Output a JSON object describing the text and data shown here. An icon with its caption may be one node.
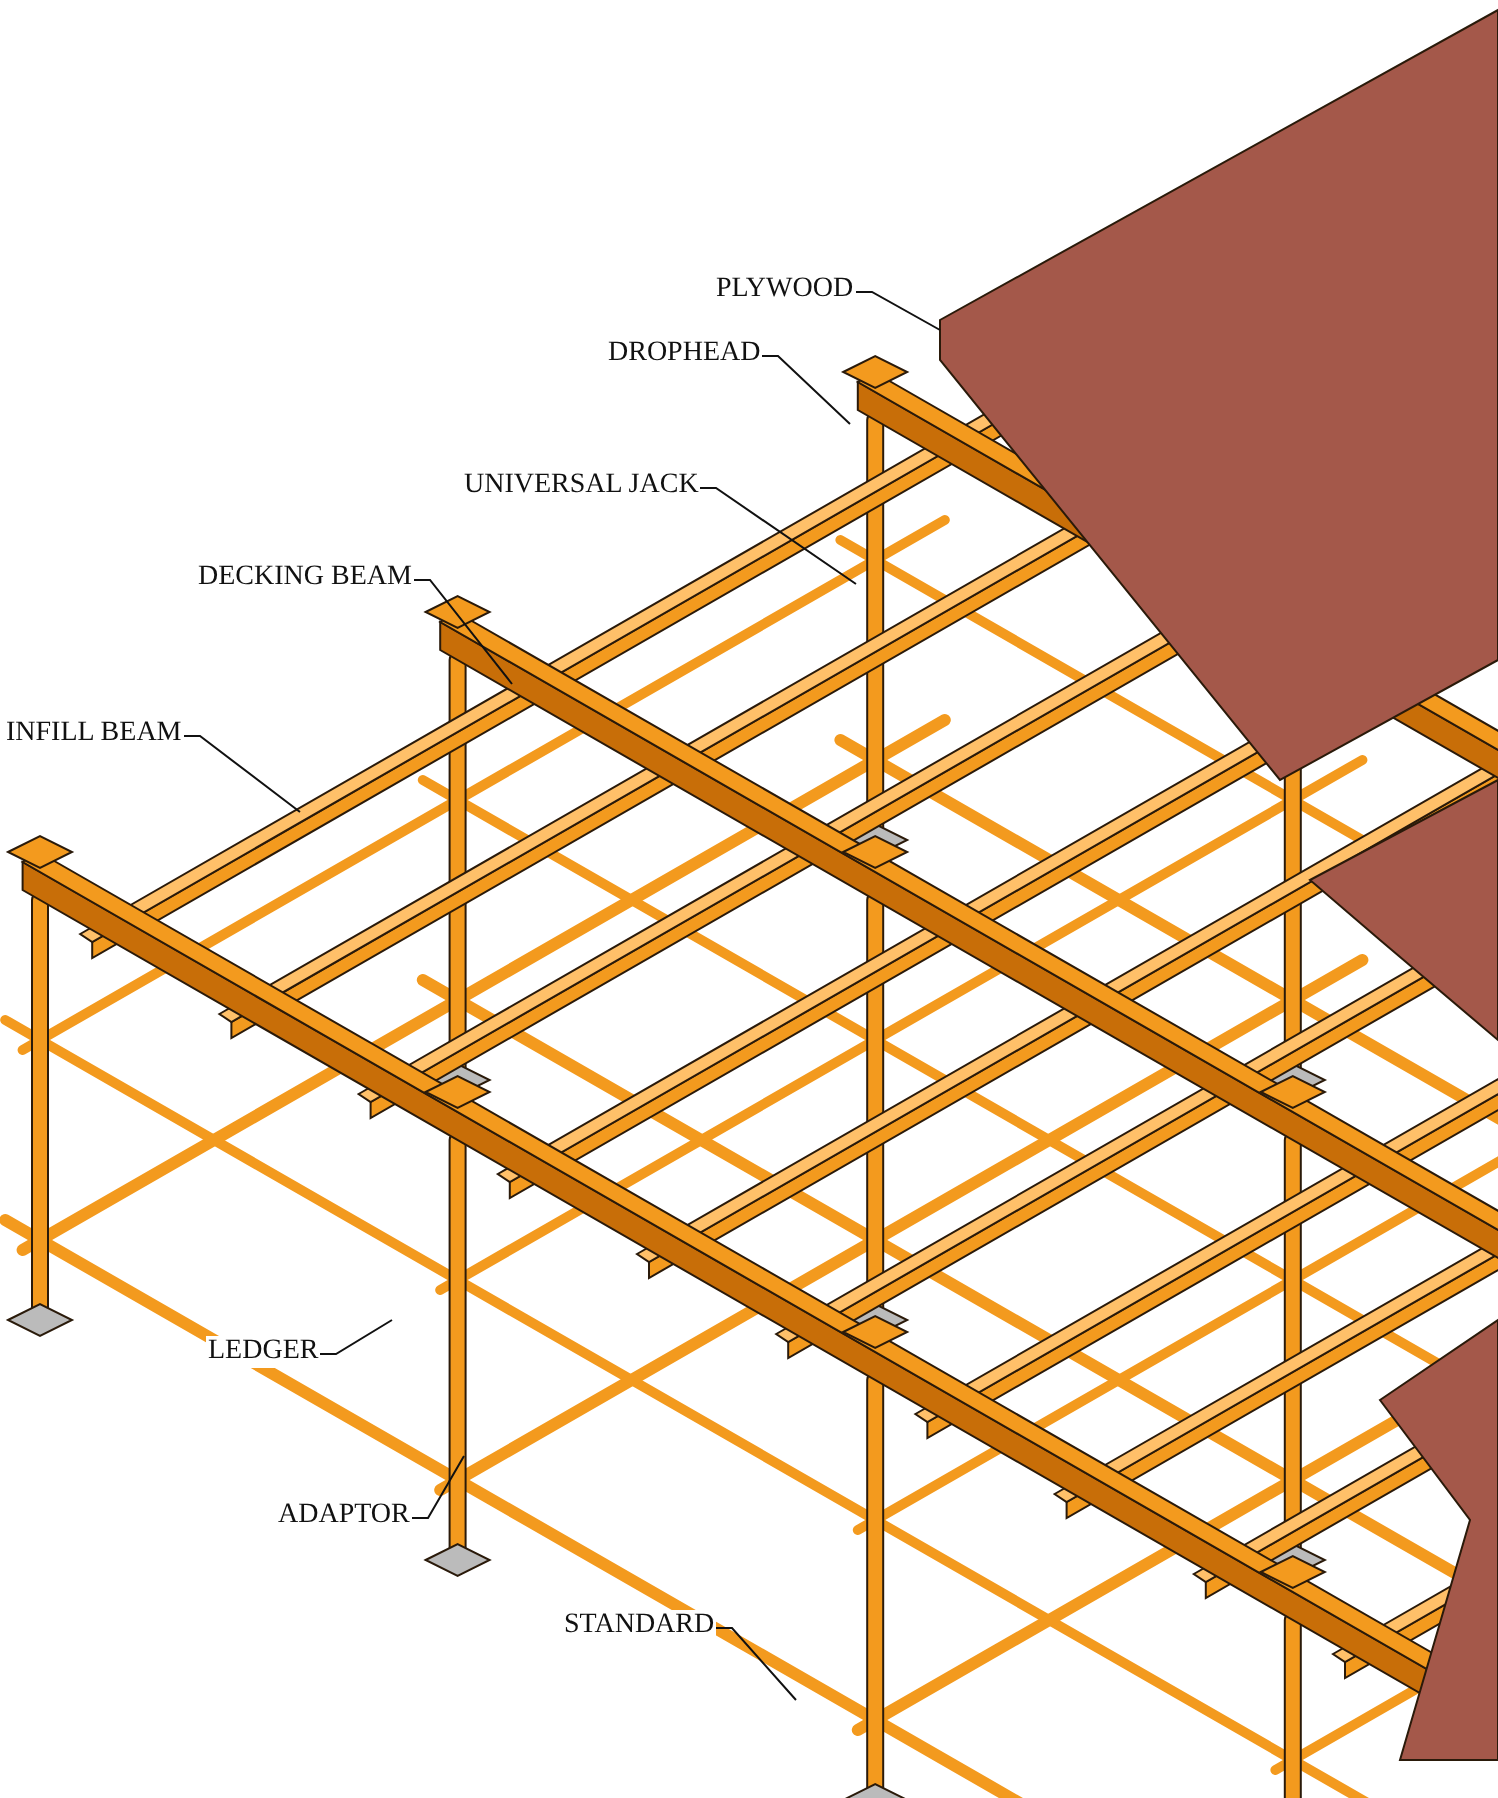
{
  "diagram": {
    "nodes": [
      {
        "text": [
          "PLYWOOD"
        ]
      },
      {
        "text": [
          "DROPHEAD"
        ]
      },
      {
        "text": [
          "UNIVERSAL JACK"
        ]
      },
      {
        "text": [
          "DECKING BEAM"
        ]
      },
      {
        "text": [
          "INFILL BEAM"
        ]
      },
      {
        "text": [
          "LEDGER"
        ]
      },
      {
        "text": [
          "ADAPTOR"
        ]
      },
      {
        "text": [
          "STANDARD"
        ]
      }
    ],
    "edges": [
      {
        "from": 0,
        "to": null,
        "arrow": "none"
      },
      {
        "from": 1,
        "to": null,
        "arrow": "none"
      },
      {
        "from": 2,
        "to": null,
        "arrow": "none"
      },
      {
        "from": 3,
        "to": null,
        "arrow": "none"
      },
      {
        "from": 4,
        "to": null,
        "arrow": "none"
      },
      {
        "from": 5,
        "to": null,
        "arrow": "none"
      },
      {
        "from": 6,
        "to": null,
        "arrow": "none"
      },
      {
        "from": 7,
        "to": null,
        "arrow": "none"
      }
    ]
  }
}
